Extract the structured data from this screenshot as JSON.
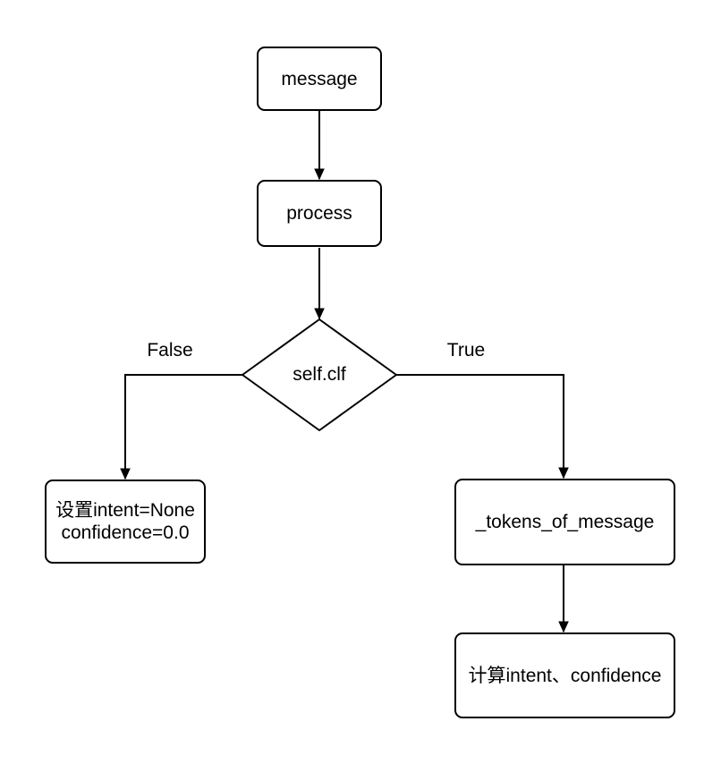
{
  "flowchart": {
    "colors": {
      "stroke": "#000000",
      "fill": "#ffffff",
      "text": "#000000"
    },
    "nodes": [
      {
        "id": "message",
        "shape": "rounded-rectangle",
        "label": "message"
      },
      {
        "id": "process",
        "shape": "rounded-rectangle",
        "label": "process"
      },
      {
        "id": "self-clf",
        "shape": "diamond",
        "label": "self.clf"
      },
      {
        "id": "set-default",
        "shape": "rounded-rectangle",
        "label": "设置intent=None\nconfidence=0.0"
      },
      {
        "id": "tokens-of-message",
        "shape": "rounded-rectangle",
        "label": "_tokens_of_message"
      },
      {
        "id": "calc-intent-confidence",
        "shape": "rounded-rectangle",
        "label": "计算intent、confidence"
      }
    ],
    "edges": [
      {
        "from": "message",
        "to": "process",
        "label": ""
      },
      {
        "from": "process",
        "to": "self-clf",
        "label": ""
      },
      {
        "from": "self-clf",
        "to": "set-default",
        "label": "False"
      },
      {
        "from": "self-clf",
        "to": "tokens-of-message",
        "label": "True"
      },
      {
        "from": "tokens-of-message",
        "to": "calc-intent-confidence",
        "label": ""
      }
    ]
  }
}
